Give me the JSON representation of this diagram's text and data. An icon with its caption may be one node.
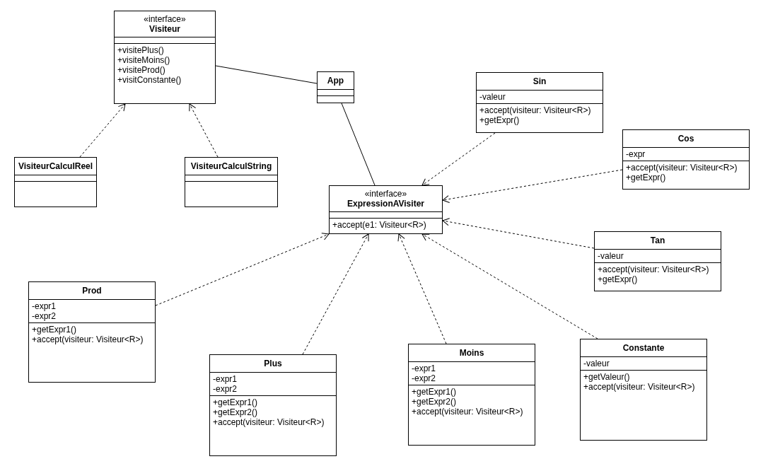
{
  "diagram": {
    "nodes": [
      {
        "text": [
          "«interface»",
          "Visiteur",
          "+visitePlus()",
          "+visiteMoins()",
          "+visiteProd()",
          "+visitConstante()"
        ]
      },
      {
        "text": [
          "App"
        ]
      },
      {
        "text": [
          "Sin",
          "-valeur",
          "+accept(visiteur: Visiteur<R>)",
          "+getExpr()"
        ]
      },
      {
        "text": [
          "Cos",
          "-expr",
          "+accept(visiteur: Visiteur<R>)",
          "+getExpr()"
        ]
      },
      {
        "text": [
          "VisiteurCalculReel"
        ]
      },
      {
        "text": [
          "VisiteurCalculString"
        ]
      },
      {
        "text": [
          "«interface»",
          "ExpressionAVisiter",
          "+accept(e1: Visiteur<R>)"
        ]
      },
      {
        "text": [
          "Tan",
          "-valeur",
          "+accept(visiteur: Visiteur<R>)",
          "+getExpr()"
        ]
      },
      {
        "text": [
          "Prod",
          "-expr1",
          "-expr2",
          "+getExpr1()",
          "+accept(visiteur: Visiteur<R>)"
        ]
      },
      {
        "text": [
          "Plus",
          "-expr1",
          "-expr2",
          "+getExpr1()",
          "+getExpr2()",
          "+accept(visiteur: Visiteur<R>)"
        ]
      },
      {
        "text": [
          "Moins",
          "-expr1",
          "-expr2",
          "+getExpr1()",
          "+getExpr2()",
          "+accept(visiteur: Visiteur<R>)"
        ]
      },
      {
        "text": [
          "Constante",
          "-valeur",
          "+getValeur()",
          "+accept(visiteur: Visiteur<R>)"
        ]
      }
    ],
    "edges": [
      {
        "from": 0,
        "to": 1,
        "arrow": "none"
      },
      {
        "from": 1,
        "to": 6,
        "arrow": "none"
      },
      {
        "from": 4,
        "to": 0,
        "arrow": "to",
        "style": "dashed"
      },
      {
        "from": 5,
        "to": 0,
        "arrow": "to",
        "style": "dashed"
      },
      {
        "from": 2,
        "to": 6,
        "arrow": "to",
        "style": "dashed"
      },
      {
        "from": 3,
        "to": 6,
        "arrow": "to",
        "style": "dashed"
      },
      {
        "from": 7,
        "to": 6,
        "arrow": "to",
        "style": "dashed"
      },
      {
        "from": 8,
        "to": 6,
        "arrow": "to",
        "style": "dashed"
      },
      {
        "from": 9,
        "to": 6,
        "arrow": "to",
        "style": "dashed"
      },
      {
        "from": 10,
        "to": 6,
        "arrow": "to",
        "style": "dashed"
      },
      {
        "from": 11,
        "to": 6,
        "arrow": "to",
        "style": "dashed"
      }
    ]
  }
}
